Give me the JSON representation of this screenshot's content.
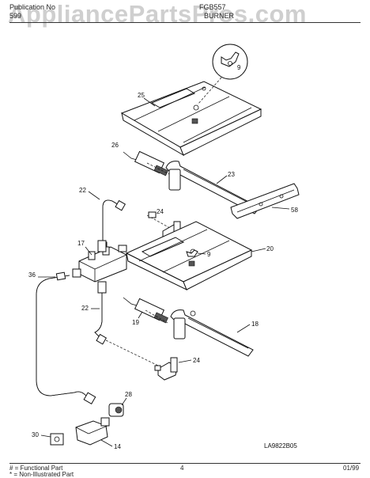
{
  "header": {
    "publication_label": "Publication No",
    "publication_number": "599",
    "model_partial": "FGB557",
    "section_partial": "BURNER"
  },
  "watermark": "AppliancePartsPros.com",
  "callouts": [
    {
      "id": "c9a",
      "text": "9"
    },
    {
      "id": "c25",
      "text": "25"
    },
    {
      "id": "c26",
      "text": "26"
    },
    {
      "id": "c23",
      "text": "23"
    },
    {
      "id": "c22a",
      "text": "22"
    },
    {
      "id": "c24a",
      "text": "24"
    },
    {
      "id": "c58",
      "text": "58"
    },
    {
      "id": "c17",
      "text": "17"
    },
    {
      "id": "c9b",
      "text": "9"
    },
    {
      "id": "c20",
      "text": "20"
    },
    {
      "id": "c36",
      "text": "36"
    },
    {
      "id": "c22b",
      "text": "22"
    },
    {
      "id": "c19",
      "text": "19"
    },
    {
      "id": "c18",
      "text": "18"
    },
    {
      "id": "c24b",
      "text": "24"
    },
    {
      "id": "c28",
      "text": "28"
    },
    {
      "id": "c30",
      "text": "30"
    },
    {
      "id": "c14",
      "text": "14"
    }
  ],
  "diagram_code": "LA9822B05",
  "footer": {
    "legend_functional": "# = Functional Part",
    "legend_non_illustrated": "* = Non-Illustrated Part",
    "page_number": "4",
    "date": "01/99"
  }
}
